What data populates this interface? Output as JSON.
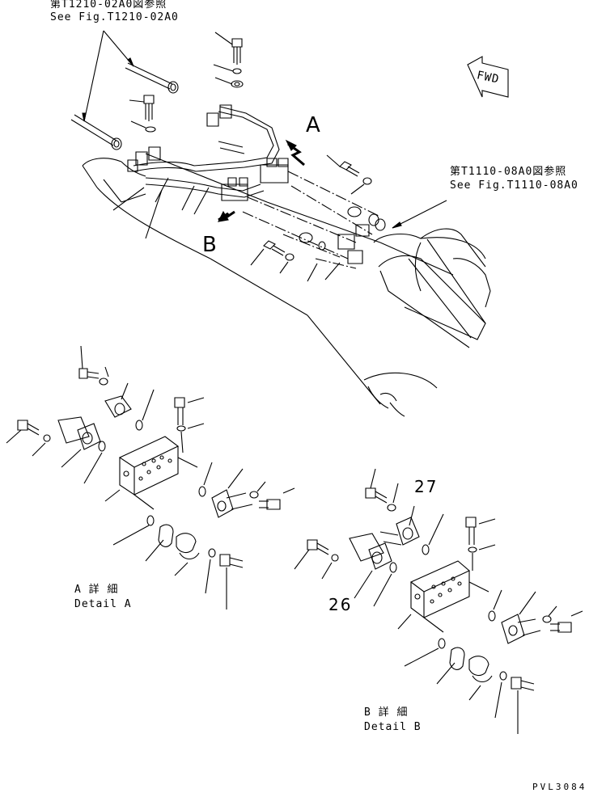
{
  "references": {
    "top": {
      "jp": "第T1210-02A0図参照",
      "en": "See Fig.T1210-02A0"
    },
    "right": {
      "jp": "第T1110-08A0図参照",
      "en": "See Fig.T1110-08A0"
    }
  },
  "fwd_label": "FWD",
  "view_labels": {
    "a": "A",
    "b": "B"
  },
  "details": {
    "a": {
      "jp": "A 詳 細",
      "en": "Detail A"
    },
    "b": {
      "jp": "B 詳 細",
      "en": "Detail B"
    }
  },
  "part_numbers": {
    "p27": "27",
    "p26": "26"
  },
  "drawing_code": "PVL3084"
}
